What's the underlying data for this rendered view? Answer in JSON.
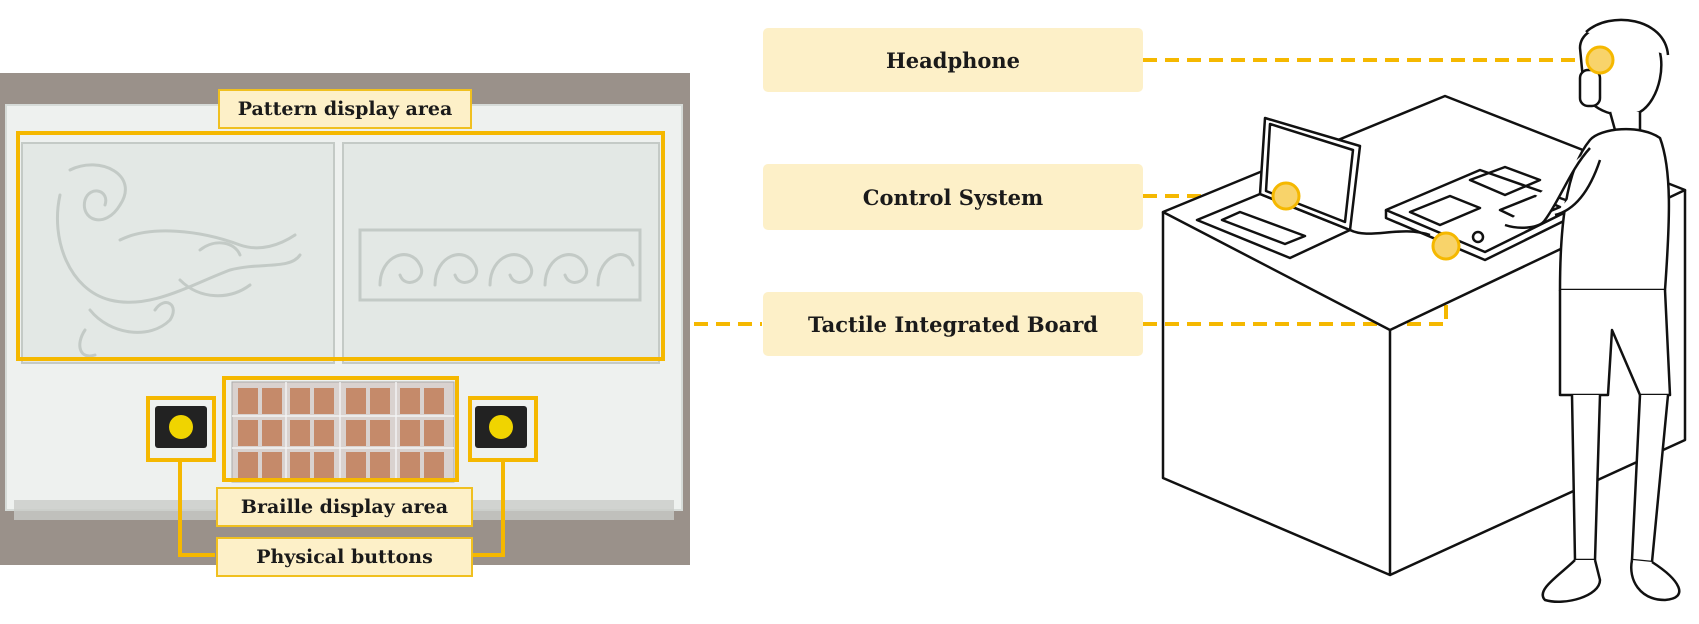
{
  "photo_labels": {
    "pattern_display_area": "Pattern display area",
    "braille_display_area": "Braille display area",
    "physical_buttons": "Physical buttons"
  },
  "system_labels": {
    "headphone": "Headphone",
    "control_system": "Control System",
    "tactile_integrated_board": "Tactile Integrated Board"
  },
  "colors": {
    "accent": "#f5b800",
    "label_fill": "#fdf0c8",
    "board_white": "#eef1ef",
    "panel_white": "#e3e8e5",
    "background_photo": "#9a918a",
    "copper": "#c58a6a",
    "button_yellow": "#f0d400"
  }
}
